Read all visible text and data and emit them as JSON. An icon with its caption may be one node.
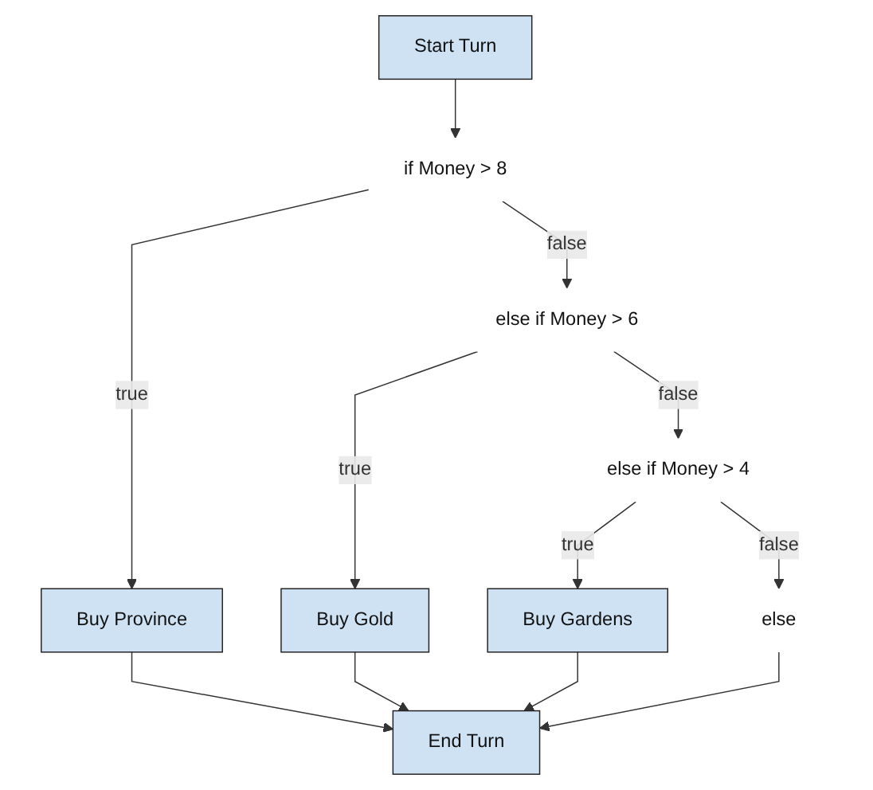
{
  "diagram": {
    "nodes": [
      {
        "text": [
          "Start Turn"
        ]
      },
      {
        "text": [
          "if Money > 8"
        ]
      },
      {
        "text": [
          "Buy Province"
        ]
      },
      {
        "text": [
          "else if Money > 6"
        ]
      },
      {
        "text": [
          "Buy Gold"
        ]
      },
      {
        "text": [
          "else if Money > 4"
        ]
      },
      {
        "text": [
          "Buy Gardens"
        ]
      },
      {
        "text": [
          "else"
        ]
      },
      {
        "text": [
          "End Turn"
        ]
      }
    ],
    "edges": [
      {
        "from": 0,
        "to": 1,
        "arrow": "to"
      },
      {
        "from": 1,
        "to": 2,
        "arrow": "to",
        "label": "true"
      },
      {
        "from": 1,
        "to": 3,
        "arrow": "to",
        "label": "false"
      },
      {
        "from": 3,
        "to": 4,
        "arrow": "to",
        "label": "true"
      },
      {
        "from": 3,
        "to": 5,
        "arrow": "to",
        "label": "false"
      },
      {
        "from": 5,
        "to": 6,
        "arrow": "to",
        "label": "true"
      },
      {
        "from": 5,
        "to": 7,
        "arrow": "to",
        "label": "false"
      },
      {
        "from": 7,
        "to": 8,
        "arrow": "to"
      },
      {
        "from": 2,
        "to": 8,
        "arrow": "to"
      },
      {
        "from": 4,
        "to": 8,
        "arrow": "to"
      },
      {
        "from": 6,
        "to": 8,
        "arrow": "to"
      }
    ]
  }
}
